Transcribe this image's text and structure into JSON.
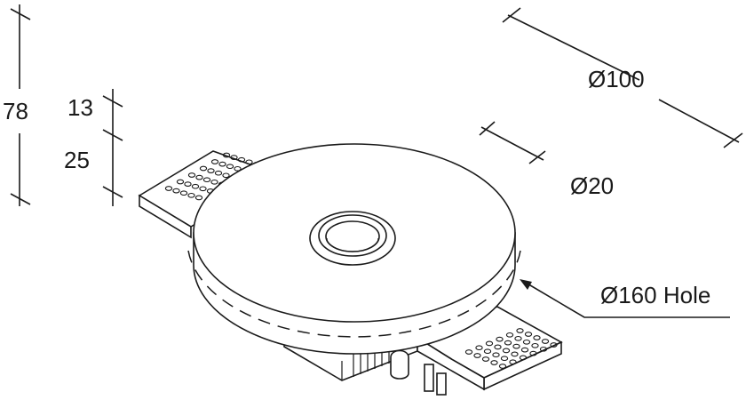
{
  "dimensions": {
    "total_height": "78",
    "upper_height": "13",
    "lower_height": "25",
    "outer_diameter": "Ø100",
    "inner_diameter": "Ø20",
    "hole_diameter": "Ø160 Hole"
  },
  "colors": {
    "line": "#1a1a1a",
    "background": "#ffffff"
  }
}
